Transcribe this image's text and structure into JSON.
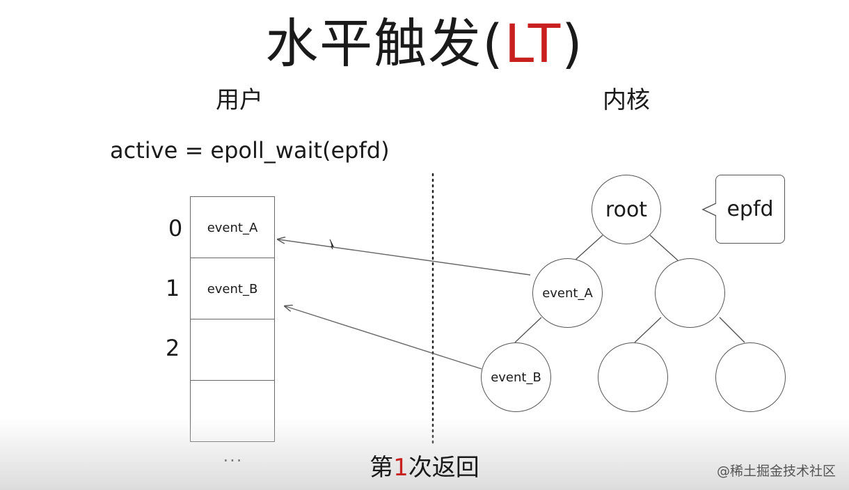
{
  "title": {
    "main": "水平触发(",
    "accent": "LT",
    "close": ")"
  },
  "labels": {
    "user": "用户",
    "kernel": "内核"
  },
  "code_line": "active = epoll_wait(epfd)",
  "array": {
    "indices": [
      "0",
      "1",
      "2"
    ],
    "cells": [
      "event_A",
      "event_B",
      "",
      ""
    ],
    "ellipsis": "···"
  },
  "tree": {
    "root": "root",
    "epfd_label": "epfd",
    "node_a": "event_A",
    "node_b": "event_B"
  },
  "caption": {
    "before": "第",
    "number": "1",
    "after": "次返回"
  },
  "watermark": "@稀土掘金技术社区",
  "colors": {
    "accent": "#c8201e",
    "line": "#555555",
    "text": "#1a1a1a"
  }
}
